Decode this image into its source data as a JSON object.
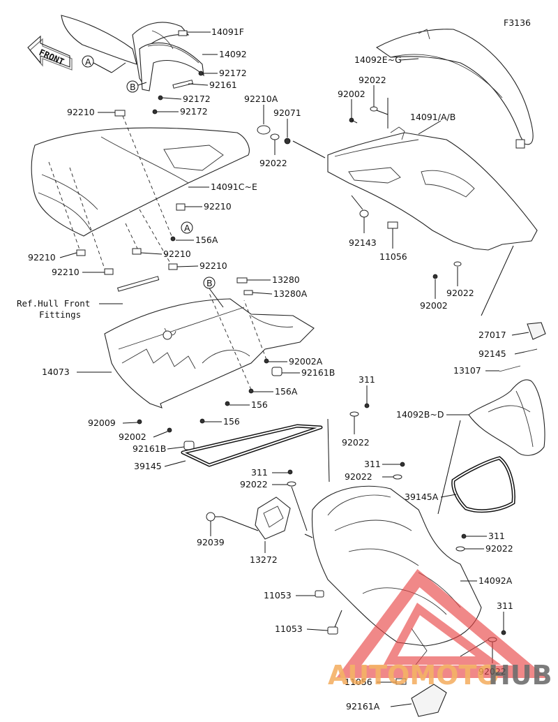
{
  "diagram_code": "F3136",
  "front_label": "FRONT",
  "ref_note_line1": "Ref.Hull Front",
  "ref_note_line2": "Fittings",
  "callout_a": "A",
  "callout_b": "B",
  "labels": {
    "p14091F": "14091F",
    "p14092": "14092",
    "p92172a": "92172",
    "p92161a": "92161",
    "p92172b": "92172",
    "p92172c": "92172",
    "p92210a": "92210",
    "p14091CE": "14091C~E",
    "p92210b": "92210",
    "p156A_a": "156A",
    "p92210c": "92210",
    "p92210d": "92210",
    "p92210e": "92210",
    "p92210f": "92210",
    "p13280": "13280",
    "p13280A": "13280A",
    "p14073": "14073",
    "p92002A": "92002A",
    "p92161B_a": "92161B",
    "p156A_b": "156A",
    "p156_a": "156",
    "p156_b": "156",
    "p92009": "92009",
    "p92002a": "92002",
    "p92161B_b": "92161B",
    "p39145": "39145",
    "p311a": "311",
    "p92022a": "92022",
    "p311b": "311",
    "p92022b": "92022",
    "p311c": "311",
    "p92022c": "92022",
    "p92039": "92039",
    "p13272": "13272",
    "p11053a": "11053",
    "p11053b": "11053",
    "p11056a": "11056",
    "p92161A": "92161A",
    "p14092EG": "14092E~G",
    "p92022d": "92022",
    "p92002b": "92002",
    "p14091AB": "14091/A/B",
    "p92210A": "92210A",
    "p92071": "92071",
    "p92022e": "92022",
    "p92143": "92143",
    "p11056b": "11056",
    "p92022f": "92022",
    "p92002c": "92002",
    "p27017": "27017",
    "p92145": "92145",
    "p13107": "13107",
    "p14092BD": "14092B~D",
    "p39145A": "39145A",
    "p311d": "311",
    "p92022g": "92022",
    "p14092A": "14092A",
    "p311e": "311",
    "p92022h": "92022"
  },
  "watermark": {
    "part1": "AUTOMOTO",
    "part2": "HUB",
    "color_primary": "#f2a44c",
    "color_secondary": "#555555"
  }
}
